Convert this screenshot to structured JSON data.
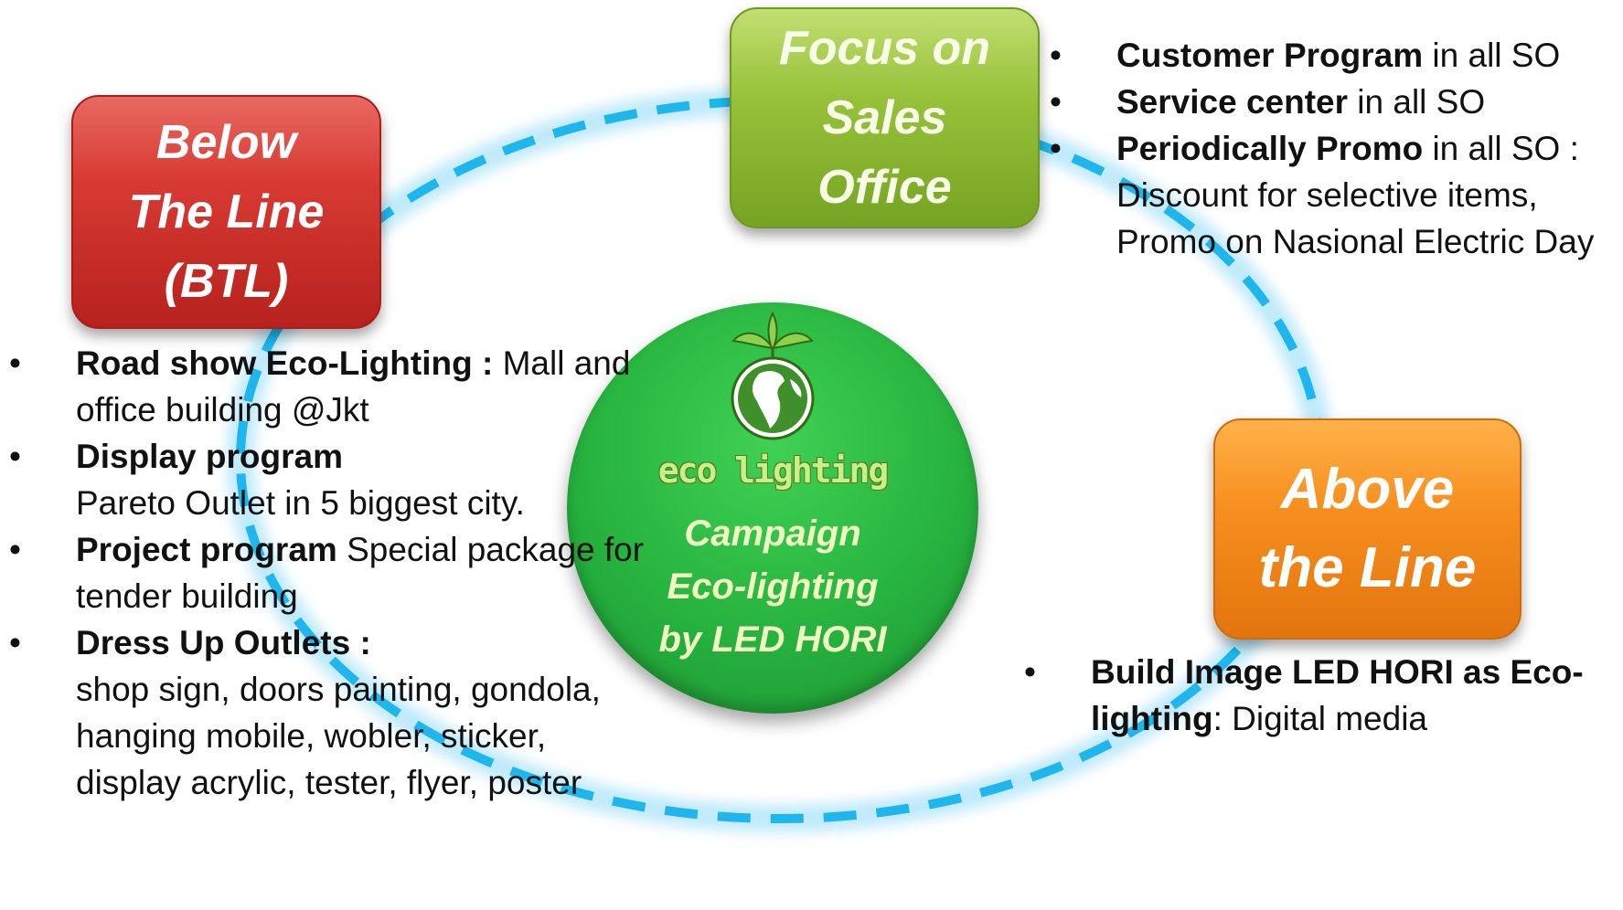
{
  "colors": {
    "ring": "#1eb6ec",
    "btl_box": "#d83b34",
    "so_box": "#97c23a",
    "atl_box": "#f78f1e",
    "hub": "#27b33f"
  },
  "icons": {
    "bullet": "•",
    "logo": "eco-globe-icon"
  },
  "btl": {
    "title_lines": [
      "Below",
      "The Line",
      "(BTL)"
    ],
    "items": [
      {
        "bold": "Road show Eco-Lighting :",
        "text": " Mall and office building @Jkt"
      },
      {
        "bold": "Display program",
        "text": "Pareto Outlet in 5 biggest city."
      },
      {
        "bold": "Project program",
        "text": " Special package for tender building"
      },
      {
        "bold": "Dress Up Outlets :",
        "text": "shop sign, doors painting, gondola, hanging mobile, wobler, sticker, display acrylic, tester, flyer, poster"
      }
    ]
  },
  "so": {
    "title_lines": [
      "Focus on",
      "Sales",
      "Office"
    ],
    "items": [
      {
        "bold": "Customer Program",
        "text": " in all SO"
      },
      {
        "bold": "Service center",
        "text": " in all SO"
      },
      {
        "bold": "Periodically Promo",
        "text": " in all SO : Discount for selective items, Promo on Nasional Electric Day"
      }
    ]
  },
  "atl": {
    "title_lines": [
      "Above",
      "the Line"
    ],
    "items": [
      {
        "bold": "Build Image LED HORI as Eco-lighting",
        "text": ":  Digital media"
      }
    ]
  },
  "hub": {
    "brand": "eco lighting",
    "lines": [
      "Campaign",
      "Eco-lighting",
      "by LED  HORI"
    ]
  }
}
